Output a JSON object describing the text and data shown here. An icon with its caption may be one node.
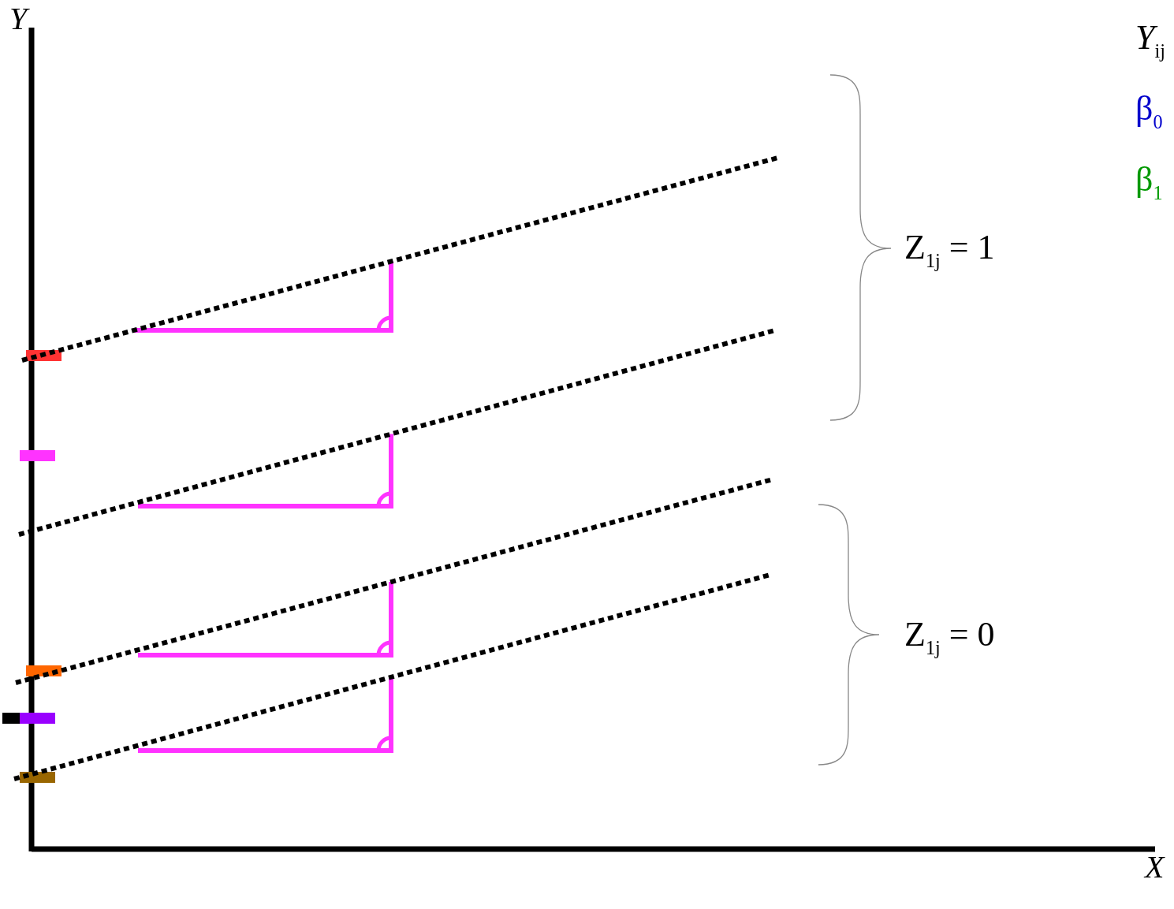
{
  "diagram": {
    "labels": [
      "Y",
      "Y$_{ij}$",
      "β$_{0}$",
      "β$_{1}$",
      "Z$_{1j}$ = 1",
      "Z$_{1j}$ = 0",
      "X"
    ]
  }
}
